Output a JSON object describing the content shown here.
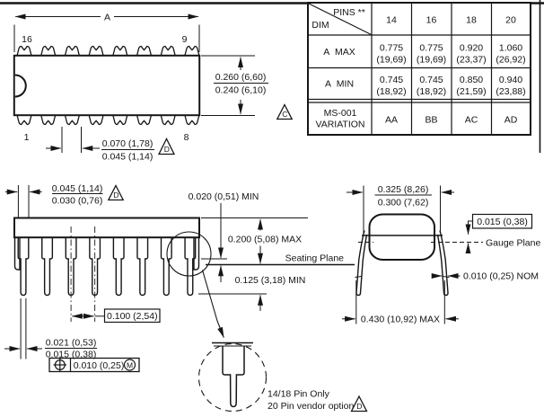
{
  "top_view": {
    "dim_a": "A",
    "pin_top_left": "16",
    "pin_top_right": "9",
    "pin_bottom_left": "1",
    "pin_bottom_right": "8",
    "body_width_max": "0.260 (6,60)",
    "body_width_min": "0.240 (6,10)",
    "scallop_max": "0.070 (1,78)",
    "scallop_min": "0.045 (1,14)",
    "flag_d": "D"
  },
  "table": {
    "corner_top": "PINS **",
    "corner_bottom": "DIM",
    "cols": [
      "14",
      "16",
      "18",
      "20"
    ],
    "a_max": {
      "label": "A  MAX",
      "inch": [
        "0.775",
        "0.775",
        "0.920",
        "1.060"
      ],
      "mm": [
        "(19,69)",
        "(19,69)",
        "(23,37)",
        "(26,92)"
      ]
    },
    "a_min": {
      "label": "A  MIN",
      "inch": [
        "0.745",
        "0.745",
        "0.850",
        "0.940"
      ],
      "mm": [
        "(18,92)",
        "(18,92)",
        "(21,59)",
        "(23,88)"
      ]
    },
    "variation": {
      "label1": "MS-001",
      "label2": "VARIATION",
      "values": [
        "AA",
        "BB",
        "AC",
        "AD"
      ]
    },
    "flag_c": "C"
  },
  "side_view": {
    "shoulder_max": "0.045 (1,14)",
    "shoulder_min": "0.030 (0,76)",
    "flag_d": "D",
    "pitch": "0.100 (2,54)",
    "standoff": "0.020 (0,51) MIN",
    "body_height": "0.200 (5,08) MAX",
    "seating_plane": "Seating Plane",
    "lead_length": "0.125 (3,18) MIN",
    "lead_width_max": "0.021 (0,53)",
    "lead_width_min": "0.015 (0,38)",
    "fcf_tolerance": "0.010 (0,25)",
    "fcf_modifier": "M"
  },
  "end_view": {
    "span_max": "0.325 (8,26)",
    "span_min": "0.300 (7,62)",
    "gauge_offset": "0.015 (0,38)",
    "gauge_plane": "Gauge Plane",
    "lead_thickness": "0.010 (0,25) NOM",
    "overall_max": "0.430 (10,92) MAX"
  },
  "detail": {
    "note1": "14/18 Pin Only",
    "note2": "20 Pin vendor option",
    "flag_d": "D"
  }
}
